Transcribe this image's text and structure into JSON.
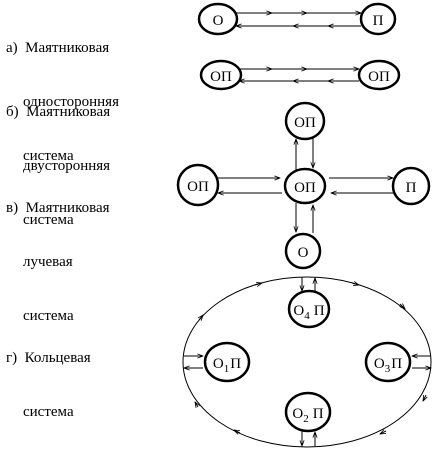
{
  "captions": {
    "a": {
      "l1": "а)  Маятниковая",
      "l2": "односторонняя",
      "l3": "система"
    },
    "b": {
      "l1": "б)  Маятниковая",
      "l2": "двусторонняя",
      "l3": "система"
    },
    "v": {
      "l1": "в)  Маятниковая",
      "l2": "лучевая",
      "l3": "система"
    },
    "g": {
      "l1": "г)  Кольцевая",
      "l2": "система"
    }
  },
  "nodes": {
    "a_left": "О",
    "a_right": "П",
    "b_left": "ОП",
    "b_right": "ОП",
    "v_top": "ОП",
    "v_left": "ОП",
    "v_center": "ОП",
    "v_right": "П",
    "v_bottom": "О",
    "g_top": {
      "main": "О",
      "sub": "4",
      "tail": "П"
    },
    "g_left": {
      "main": "О",
      "sub": "1",
      "tail": "П"
    },
    "g_right": {
      "main": "О",
      "sub": "3",
      "tail": "П"
    },
    "g_bottom": {
      "main": "О",
      "sub": "2",
      "tail": "П"
    }
  }
}
